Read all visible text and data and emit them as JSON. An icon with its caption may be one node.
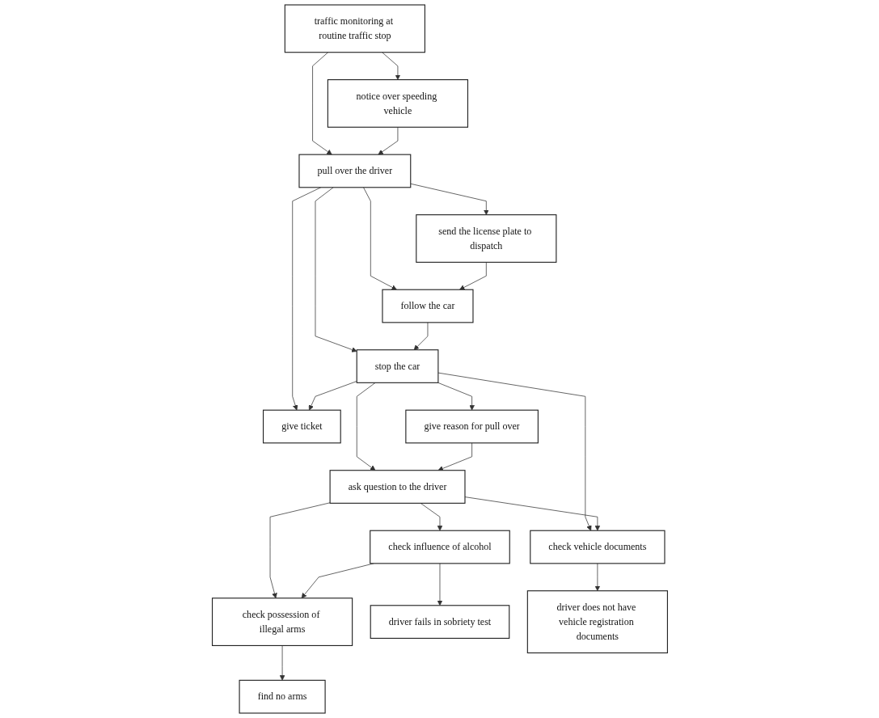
{
  "diagram": {
    "nodes": [
      {
        "text": [
          "traffic monitoring at routine traffic stop"
        ]
      },
      {
        "text": [
          "notice over speeding vehicle"
        ]
      },
      {
        "text": [
          "pull over the driver"
        ]
      },
      {
        "text": [
          "send the license plate to dispatch"
        ]
      },
      {
        "text": [
          "follow the car"
        ]
      },
      {
        "text": [
          "stop the car"
        ]
      },
      {
        "text": [
          "give ticket"
        ]
      },
      {
        "text": [
          "give reason for pull over"
        ]
      },
      {
        "text": [
          "ask question to the driver"
        ]
      },
      {
        "text": [
          "check vehicle documents"
        ]
      },
      {
        "text": [
          "check influence of alcohol"
        ]
      },
      {
        "text": [
          "check possession of illegal arms"
        ]
      },
      {
        "text": [
          "driver does not have vehicle registration documents"
        ]
      },
      {
        "text": [
          "driver fails in sobriety test"
        ]
      },
      {
        "text": [
          "find no arms"
        ]
      }
    ],
    "edges": [
      {
        "from": 0,
        "to": 1,
        "arrow": "to"
      },
      {
        "from": 0,
        "to": 2,
        "arrow": "to"
      },
      {
        "from": 1,
        "to": 2,
        "arrow": "to"
      },
      {
        "from": 2,
        "to": 3,
        "arrow": "to"
      },
      {
        "from": 2,
        "to": 4,
        "arrow": "to"
      },
      {
        "from": 2,
        "to": 5,
        "arrow": "to"
      },
      {
        "from": 2,
        "to": 6,
        "arrow": "to"
      },
      {
        "from": 3,
        "to": 4,
        "arrow": "to"
      },
      {
        "from": 4,
        "to": 5,
        "arrow": "to"
      },
      {
        "from": 5,
        "to": 6,
        "arrow": "to"
      },
      {
        "from": 5,
        "to": 7,
        "arrow": "to"
      },
      {
        "from": 5,
        "to": 8,
        "arrow": "to"
      },
      {
        "from": 5,
        "to": 9,
        "arrow": "to"
      },
      {
        "from": 7,
        "to": 8,
        "arrow": "to"
      },
      {
        "from": 8,
        "to": 9,
        "arrow": "to"
      },
      {
        "from": 8,
        "to": 10,
        "arrow": "to"
      },
      {
        "from": 8,
        "to": 11,
        "arrow": "to"
      },
      {
        "from": 10,
        "to": 11,
        "arrow": "to"
      },
      {
        "from": 9,
        "to": 12,
        "arrow": "to"
      },
      {
        "from": 10,
        "to": 13,
        "arrow": "to"
      },
      {
        "from": 11,
        "to": 14,
        "arrow": "to"
      }
    ]
  }
}
